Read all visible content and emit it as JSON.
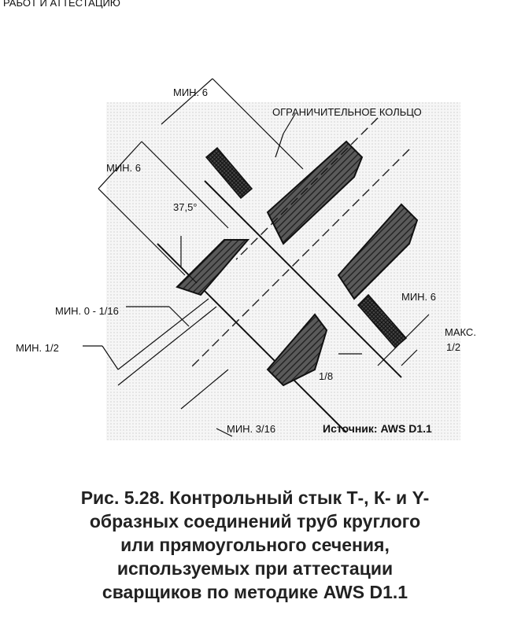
{
  "header": {
    "text": "РАБОТ И АТТЕСТАЦИЮ"
  },
  "figure": {
    "labels": {
      "min6_top": "МИН. 6",
      "retaining_ring": "ОГРАНИЧИТЕЛЬНОЕ КОЛЬЦО",
      "min6_left": "МИН. 6",
      "angle": "37,5°",
      "min6_right": "МИН. 6",
      "min0_1_16": "МИН. 0 - 1/16",
      "max_label": "МАКС.",
      "max_value": "1/2",
      "min1_2": "МИН. 1/2",
      "one_eighth": "1/8",
      "min3_16": "МИН. 3/16",
      "source": "Источник: AWS D1.1"
    }
  },
  "caption": {
    "line1": "Рис. 5.28. Контрольный стык Т-, К- и Y-",
    "line2": "образных соединений труб круглого",
    "line3": "или прямоугольного сечения,",
    "line4": "используемых при аттестации",
    "line5": "сварщиков по методике AWS D1.1"
  }
}
